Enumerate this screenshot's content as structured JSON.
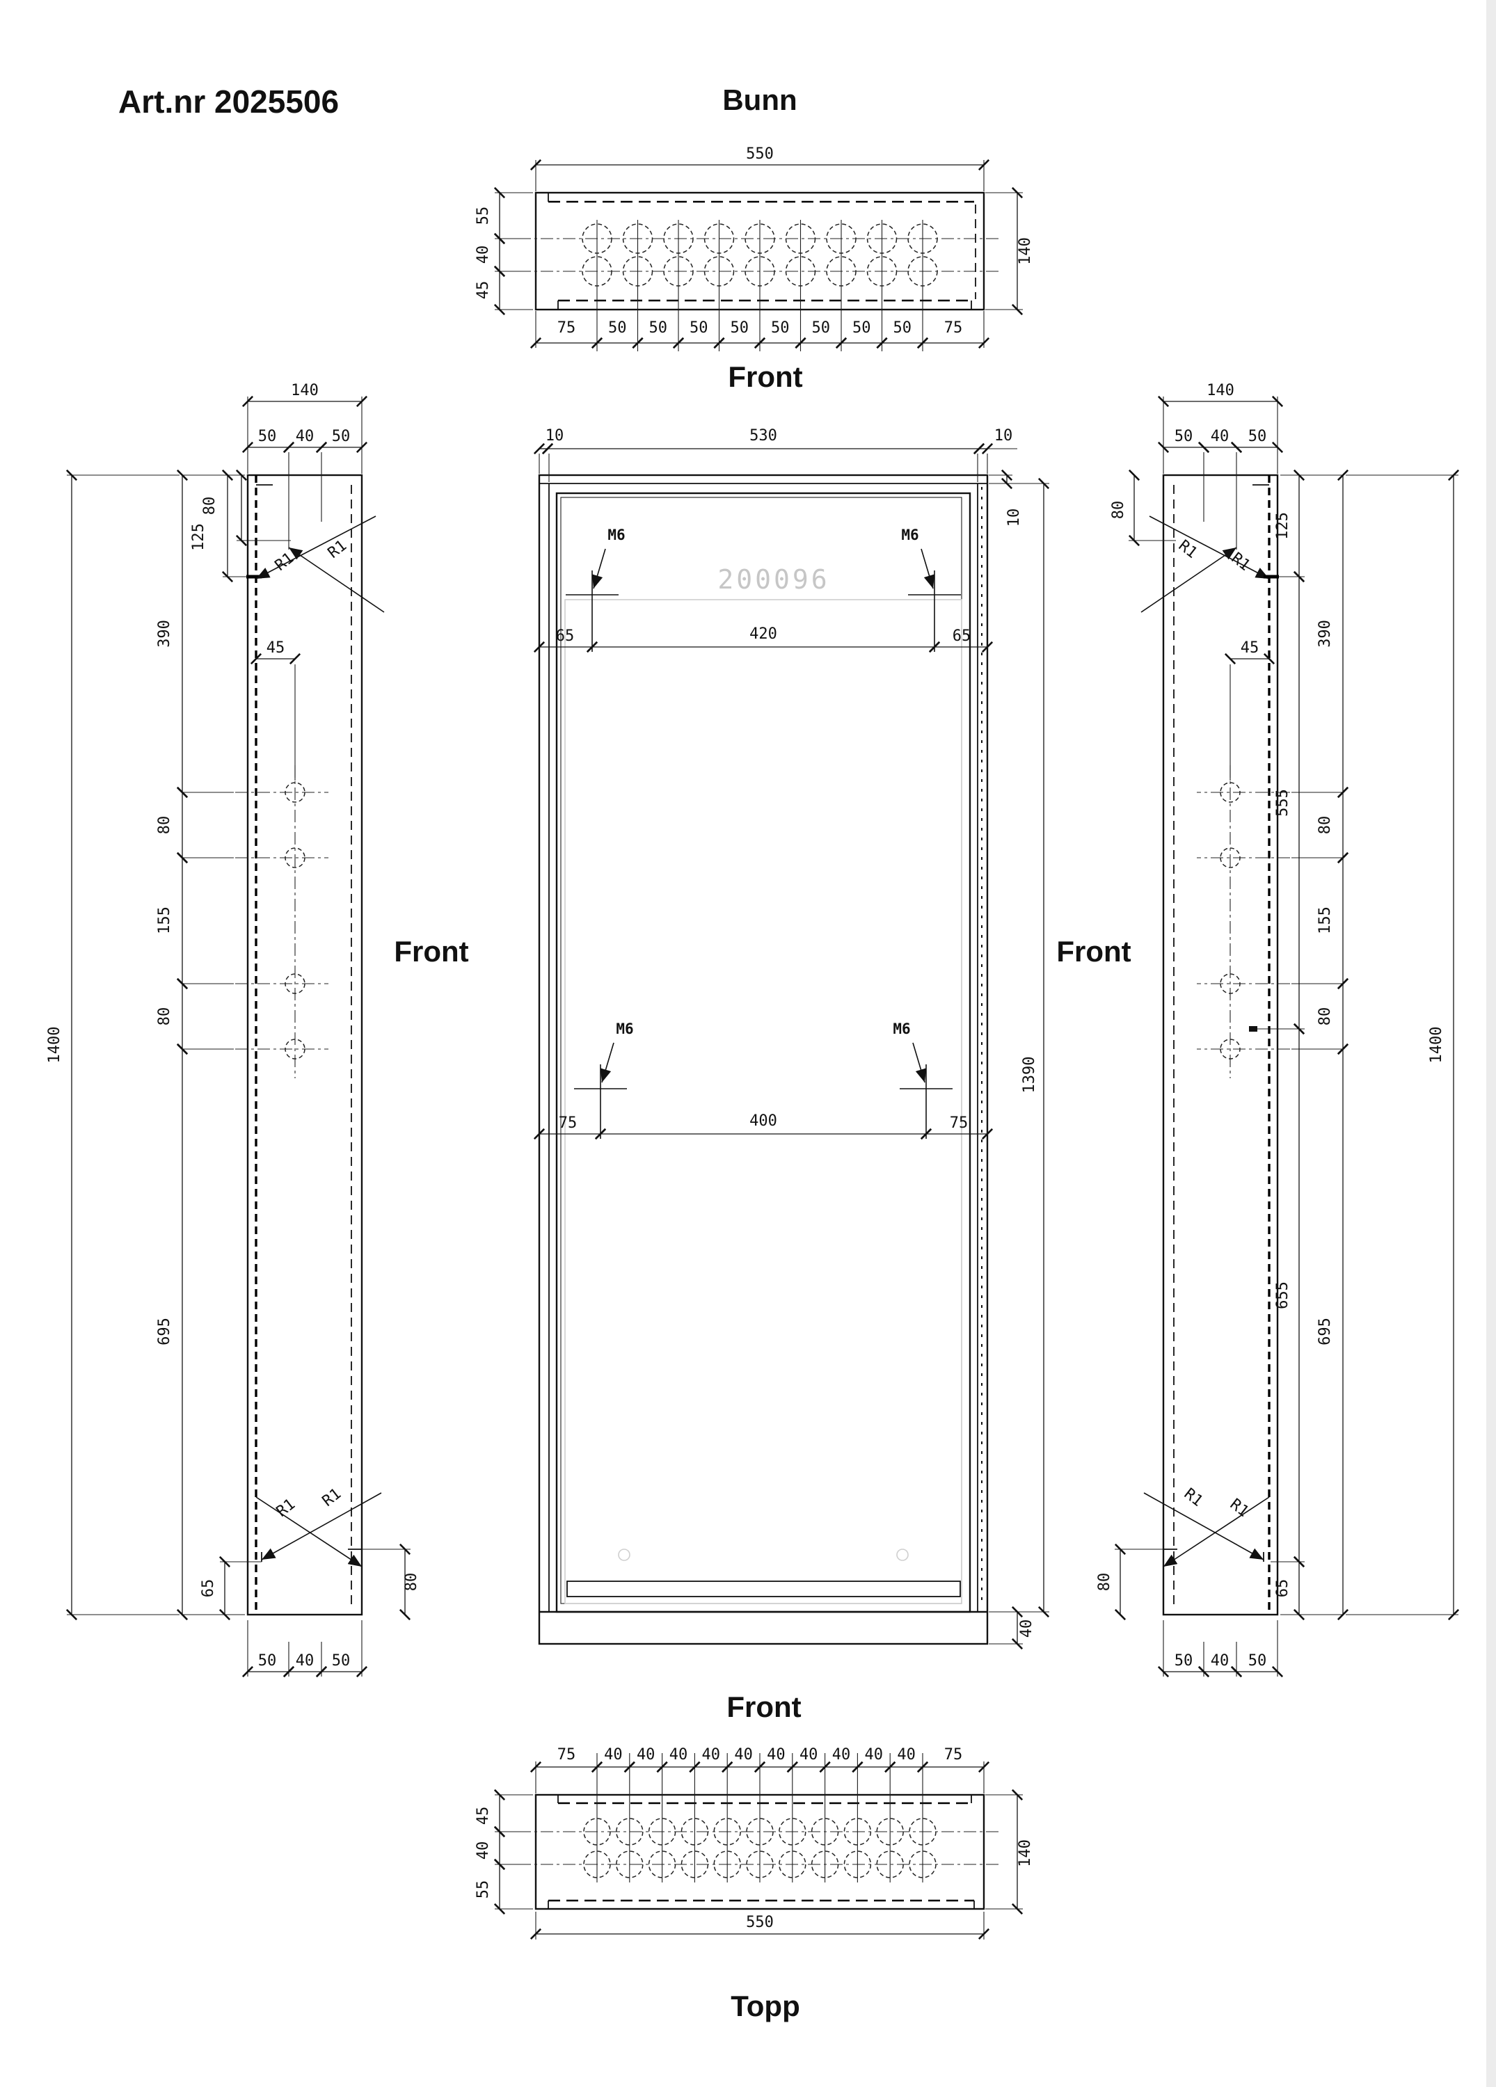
{
  "title": "Art.nr 2025506",
  "watermark": "200096",
  "view_labels": {
    "bunn": "Bunn",
    "front_top": "Front",
    "front_left": "Front",
    "front_right": "Front",
    "front_bottom": "Front",
    "topp": "Topp"
  },
  "bunn": {
    "width": "550",
    "depth": "140",
    "left_dims": [
      "55",
      "40",
      "45"
    ],
    "bottom_dims": [
      "75",
      "50",
      "50",
      "50",
      "50",
      "50",
      "50",
      "50",
      "50",
      "75"
    ]
  },
  "front": {
    "top_dims": [
      "10",
      "530",
      "10"
    ],
    "top_thickness": "10",
    "upper_thread": "M6",
    "upper_dims": [
      "65",
      "420",
      "65"
    ],
    "middle_thread": "M6",
    "middle_dims": [
      "75",
      "400",
      "75"
    ],
    "door_height": "1390",
    "plinth": "40"
  },
  "left": {
    "width": "140",
    "top_dims": [
      "50",
      "40",
      "50"
    ],
    "edge_top": [
      "80",
      "125"
    ],
    "radius": "R1",
    "hole_offset": "45",
    "chain": [
      "390",
      "80",
      "155",
      "80",
      "695"
    ],
    "total": "1400",
    "bottom_left": "65",
    "bottom_right": "80",
    "bottom_dims": [
      "50",
      "40",
      "50"
    ]
  },
  "right": {
    "width": "140",
    "top_dims": [
      "50",
      "40",
      "50"
    ],
    "edge_top": "80",
    "outer_chain": [
      "125",
      "555",
      "655",
      "65"
    ],
    "radius": "R1",
    "hole_offset": "45",
    "chain": [
      "390",
      "80",
      "155",
      "80",
      "695"
    ],
    "total": "1400",
    "bottom_left": "80",
    "bottom_dims": [
      "50",
      "40",
      "50"
    ]
  },
  "topp": {
    "width": "550",
    "depth": "140",
    "left_dims": [
      "45",
      "40",
      "55"
    ],
    "top_dims": [
      "75",
      "40",
      "40",
      "40",
      "40",
      "40",
      "40",
      "40",
      "40",
      "40",
      "40",
      "75"
    ]
  }
}
